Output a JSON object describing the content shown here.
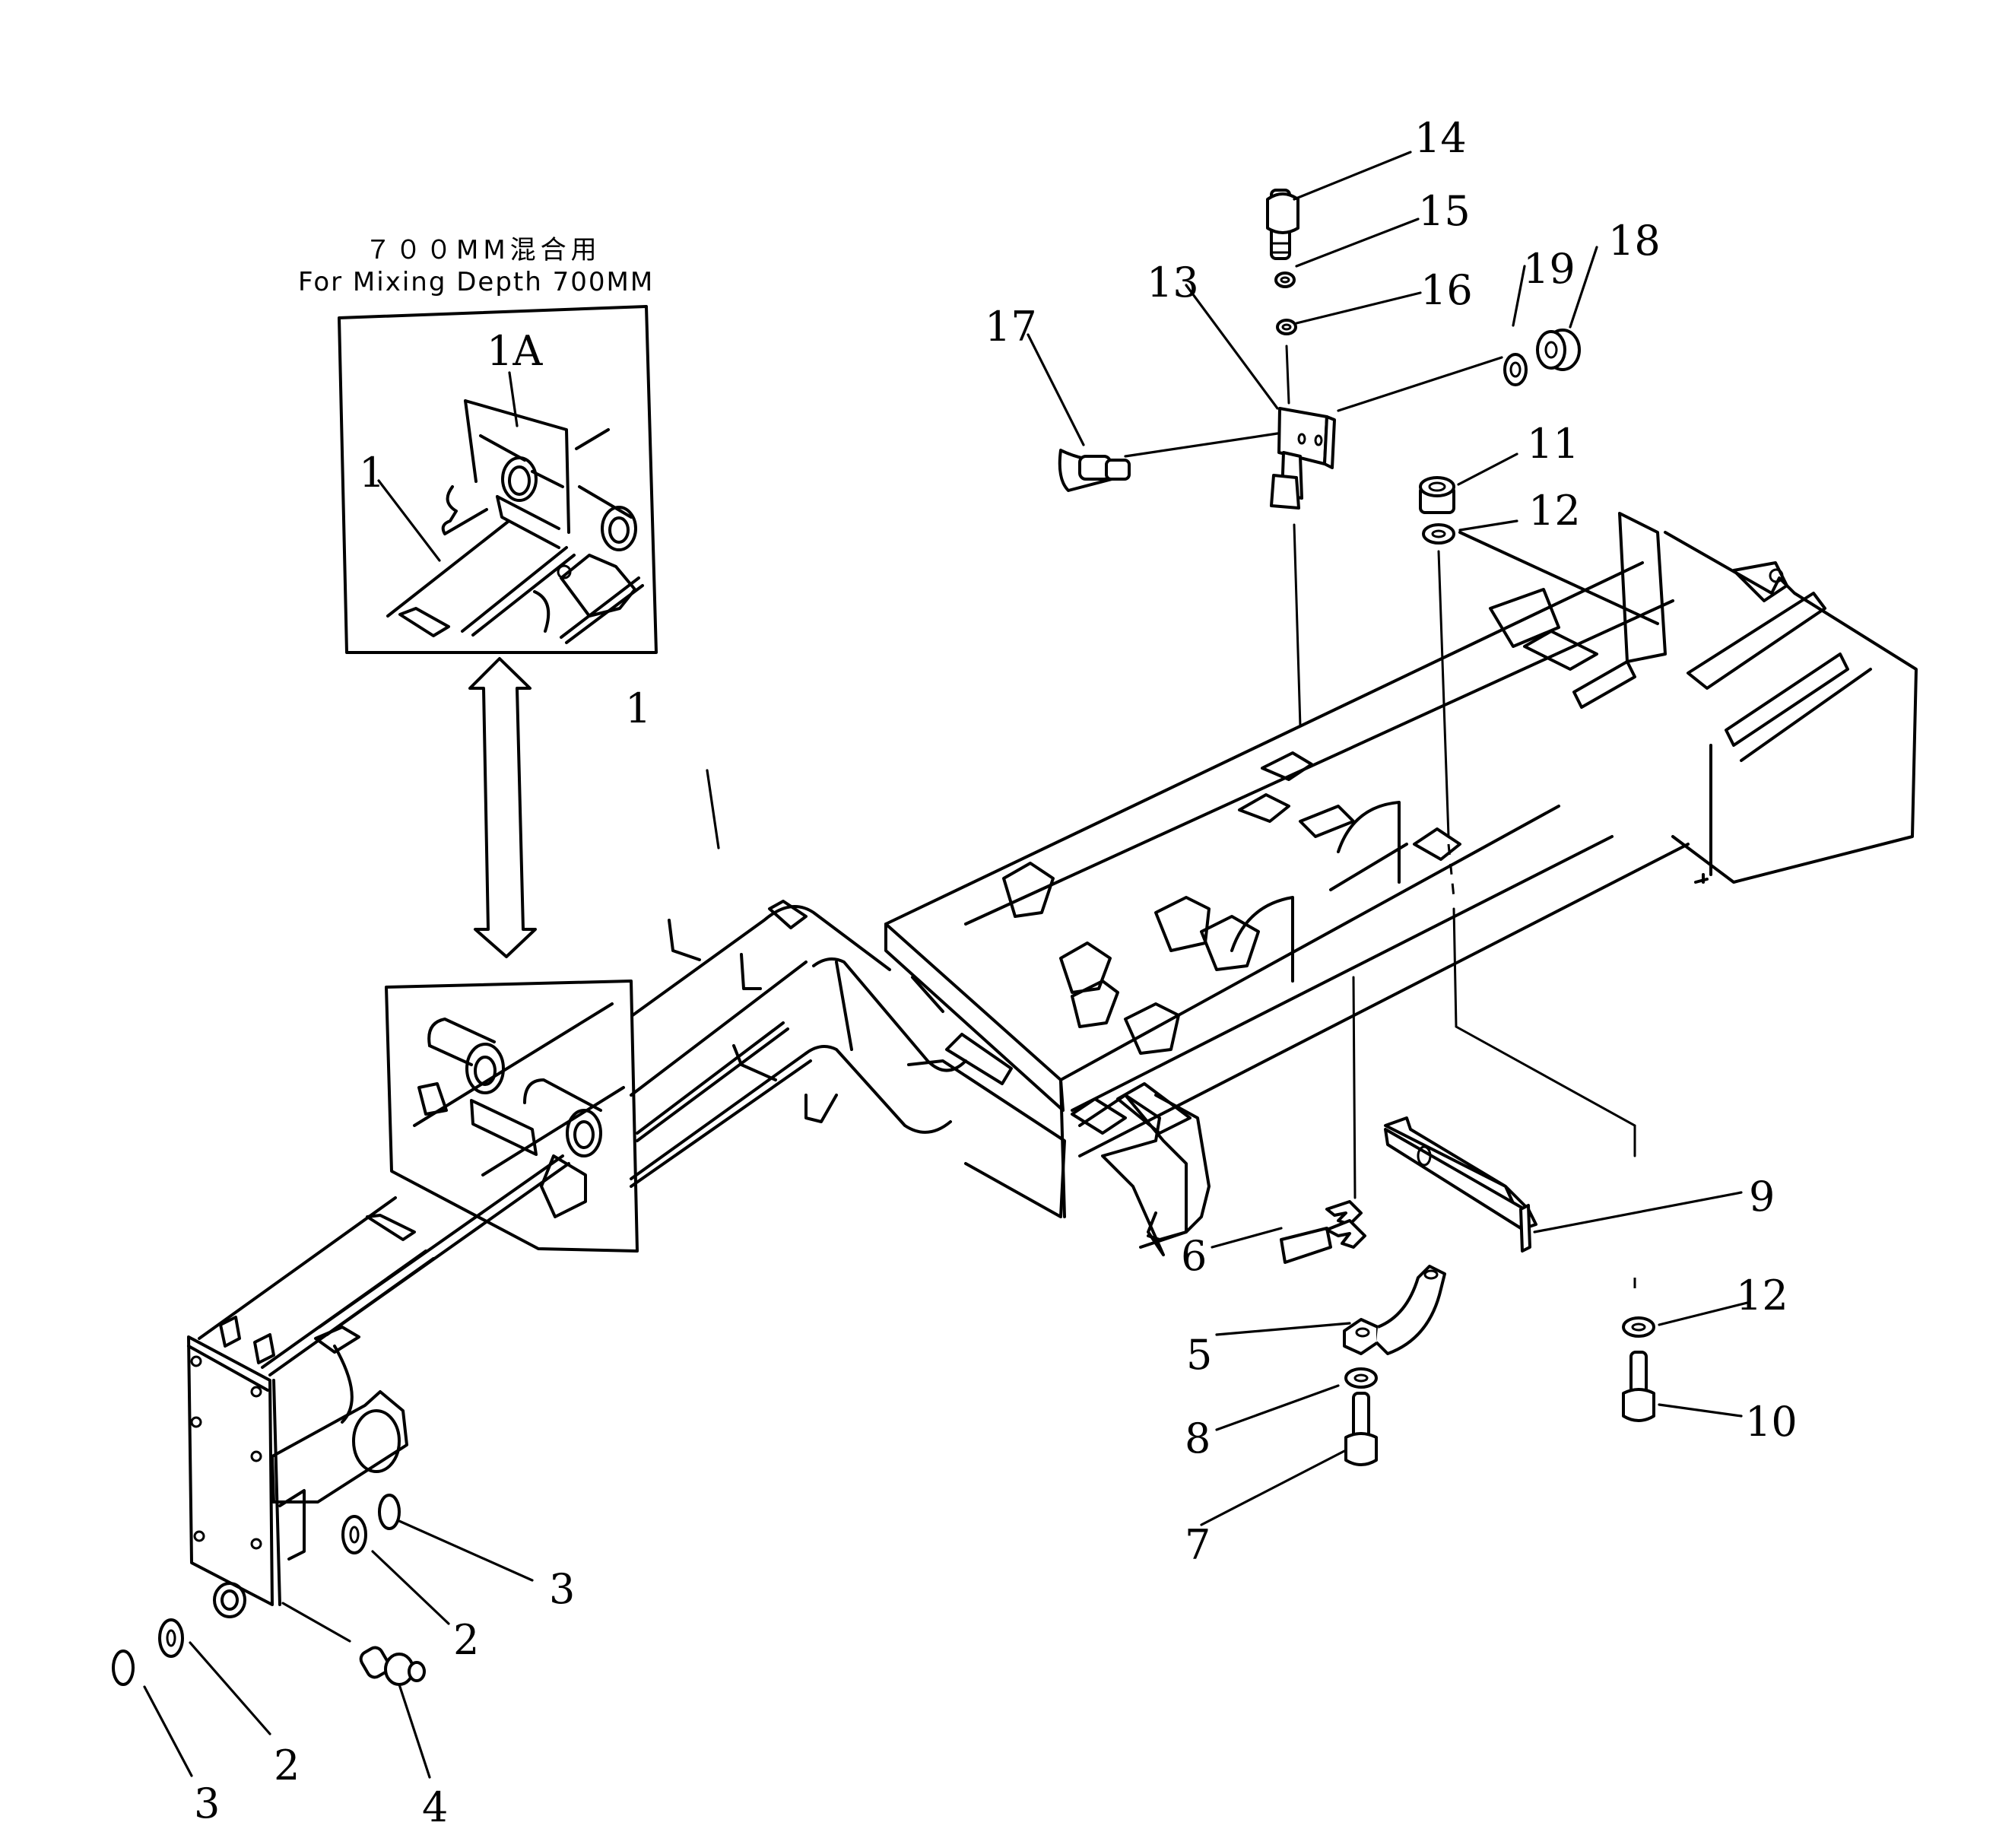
{
  "inset": {
    "title_jp": "７００MM混合用",
    "title_en": "For Mixing Depth 700MM",
    "labels": {
      "part_1": "1",
      "part_1a": "1A"
    }
  },
  "callouts": {
    "c1": "1",
    "c2a": "2",
    "c2b": "2",
    "c3a": "3",
    "c3b": "3",
    "c4": "4",
    "c5": "5",
    "c6": "6",
    "c7": "7",
    "c8": "8",
    "c9": "9",
    "c10": "10",
    "c11": "11",
    "c12a": "12",
    "c12b": "12",
    "c13": "13",
    "c14": "14",
    "c15": "15",
    "c16": "16",
    "c17": "17",
    "c18": "18",
    "c19": "19"
  },
  "icons": {
    "swap_arrow": "double-headed-arrow-icon"
  }
}
